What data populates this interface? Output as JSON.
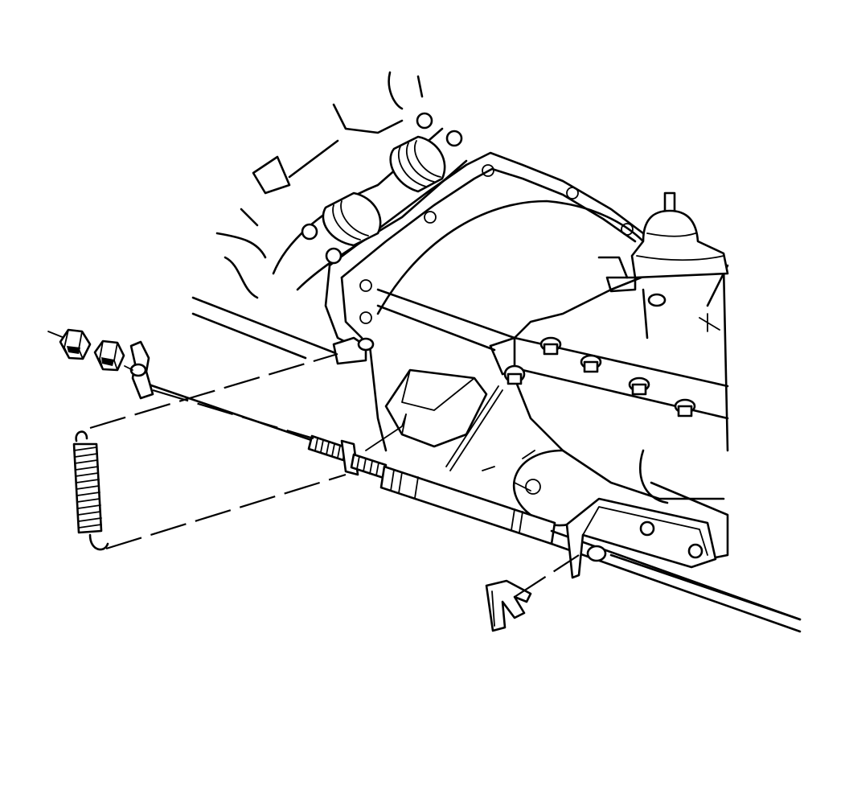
{
  "diagram": {
    "parts": [
      {
        "name": "adjuster-nut",
        "icon": "hex-nut-icon"
      },
      {
        "name": "jam-nut",
        "icon": "hex-nut-icon"
      },
      {
        "name": "equalizer",
        "icon": "equalizer-icon"
      },
      {
        "name": "return-spring",
        "icon": "coil-spring-icon"
      },
      {
        "name": "retaining-clip",
        "icon": "clip-icon"
      },
      {
        "name": "cable-support-bracket",
        "icon": "bracket-icon"
      },
      {
        "name": "parking-brake-cable",
        "icon": "cable-icon"
      },
      {
        "name": "transmission-housing",
        "icon": "housing-icon"
      },
      {
        "name": "exhaust-pipe-clamps",
        "icon": "clamp-icon"
      },
      {
        "name": "shift-boot",
        "icon": "boot-icon"
      }
    ]
  }
}
